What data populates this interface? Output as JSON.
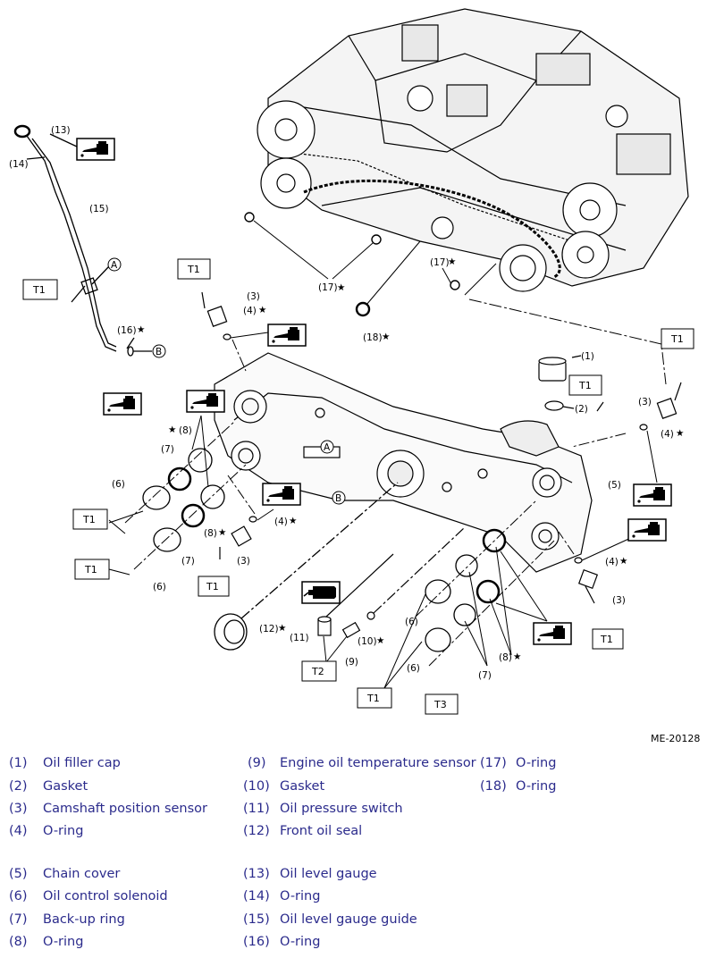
{
  "figure_id": "ME-20128",
  "callouts": {
    "c1": "(1)",
    "c2": "(2)",
    "c3": "(3)",
    "c4": "(4)",
    "c5": "(5)",
    "c6": "(6)",
    "c7": "(7)",
    "c8": "(8)",
    "c9": "(9)",
    "c10": "(10)",
    "c11": "(11)",
    "c12": "(12)",
    "c13": "(13)",
    "c14": "(14)",
    "c15": "(15)",
    "c16": "(16)",
    "c17": "(17)",
    "c18": "(18)",
    "star": "★",
    "A": "A",
    "B": "B"
  },
  "torque": {
    "t1": "T1",
    "t2": "T2",
    "t3": "T3"
  },
  "legend": [
    {
      "num": "(1)",
      "name": "Oil filler cap"
    },
    {
      "num": "(2)",
      "name": "Gasket"
    },
    {
      "num": "(3)",
      "name": "Camshaft position sensor"
    },
    {
      "num": "(4)",
      "name": "O-ring"
    },
    {
      "num": "(5)",
      "name": "Chain cover"
    },
    {
      "num": "(6)",
      "name": "Oil control solenoid"
    },
    {
      "num": "(7)",
      "name": "Back-up ring"
    },
    {
      "num": "(8)",
      "name": "O-ring"
    },
    {
      "num": "(9)",
      "name": "Engine oil temperature sensor"
    },
    {
      "num": "(10)",
      "name": "Gasket"
    },
    {
      "num": "(11)",
      "name": "Oil pressure switch"
    },
    {
      "num": "(12)",
      "name": "Front oil seal"
    },
    {
      "num": "(13)",
      "name": "Oil level gauge"
    },
    {
      "num": "(14)",
      "name": "O-ring"
    },
    {
      "num": "(15)",
      "name": "Oil level gauge guide"
    },
    {
      "num": "(16)",
      "name": "O-ring"
    },
    {
      "num": "(17)",
      "name": "O-ring"
    },
    {
      "num": "(18)",
      "name": "O-ring"
    }
  ],
  "colors": {
    "legend_text": "#2b2b8c",
    "line": "#000000"
  },
  "icons": {
    "oil_can": "oil-can-icon",
    "sealant": "sealant-tube-icon"
  }
}
